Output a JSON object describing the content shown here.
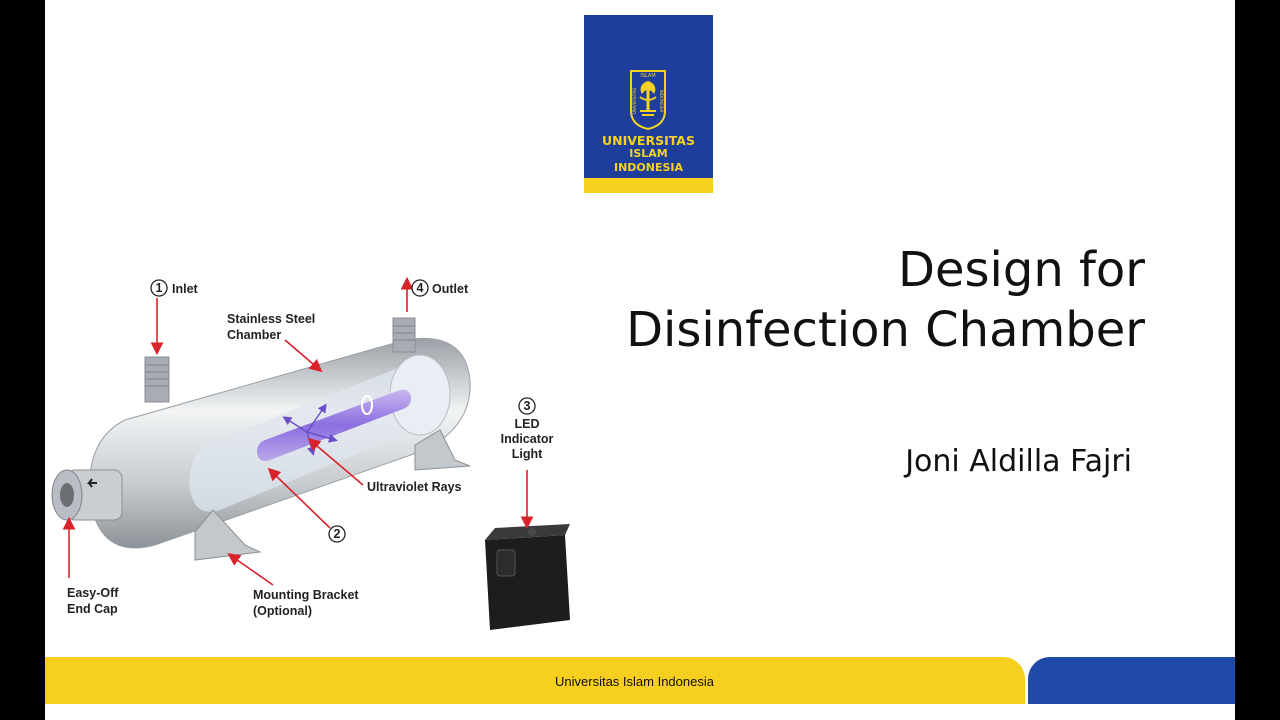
{
  "logo": {
    "line1": "UNIVERSITAS",
    "line2": "ISLAM",
    "line3": "INDONESIA",
    "emblem_text_top": "ISLAM",
    "emblem_text_left": "UNIVERSITAS",
    "emblem_text_right": "INDONESIA",
    "colors": {
      "blue": "#1f3e9b",
      "yellow": "#f4d21f"
    }
  },
  "slide": {
    "title_line1": "Design for",
    "title_line2": "Disinfection Chamber",
    "author": "Joni Aldilla Fajri"
  },
  "diagram": {
    "inlet_num": "1",
    "inlet": "Inlet",
    "outlet_num": "4",
    "outlet": "Outlet",
    "chamber_l1": "Stainless Steel",
    "chamber_l2": "Chamber",
    "led_num": "3",
    "led_l1": "LED",
    "led_l2": "Indicator",
    "led_l3": "Light",
    "uv": "Ultraviolet Rays",
    "lamp_num": "2",
    "endcap_l1": "Easy-Off",
    "endcap_l2": "End Cap",
    "bracket_l1": "Mounting Bracket",
    "bracket_l2": "(Optional)"
  },
  "footer": {
    "text": "Universitas Islam Indonesia",
    "colors": {
      "yellow": "#f6cf1f",
      "blue": "#1f4aa8"
    }
  }
}
